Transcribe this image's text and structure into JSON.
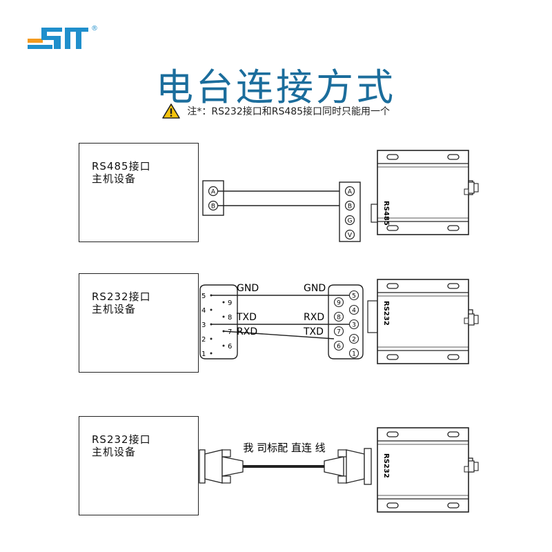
{
  "title": "电台连接方式",
  "note": "注*：RS232接口和RS485接口同时只能用一个",
  "logo_registered": "®",
  "sections": [
    {
      "host_line1": "RS485接口",
      "host_line2": "主机设备",
      "host_pins": [
        "A",
        "B"
      ],
      "radio_pins": [
        "A",
        "B",
        "G",
        "V"
      ],
      "radio_port_label": "RS485"
    },
    {
      "host_line1": "RS232接口",
      "host_line2": "主机设备",
      "db9_left_pins": [
        "5",
        "9",
        "4",
        "8",
        "3",
        "7",
        "2",
        "6",
        "1"
      ],
      "db9_right_pins": [
        "5",
        "9",
        "4",
        "8",
        "3",
        "7",
        "2",
        "6",
        "1"
      ],
      "signals_left": [
        "GND",
        "TXD",
        "RXD"
      ],
      "signals_right": [
        "GND",
        "RXD",
        "TXD"
      ],
      "radio_port_label": "RS232"
    },
    {
      "host_line1": "RS232接口",
      "host_line2": "主机设备",
      "cable_label": "我 司标配 直连 线",
      "radio_port_label": "RS232"
    }
  ],
  "colors": {
    "title": "#1b6d9c",
    "logo_orange": "#f39a1e",
    "logo_blue": "#1f8fcc",
    "warning_yellow": "#f4c20d"
  }
}
